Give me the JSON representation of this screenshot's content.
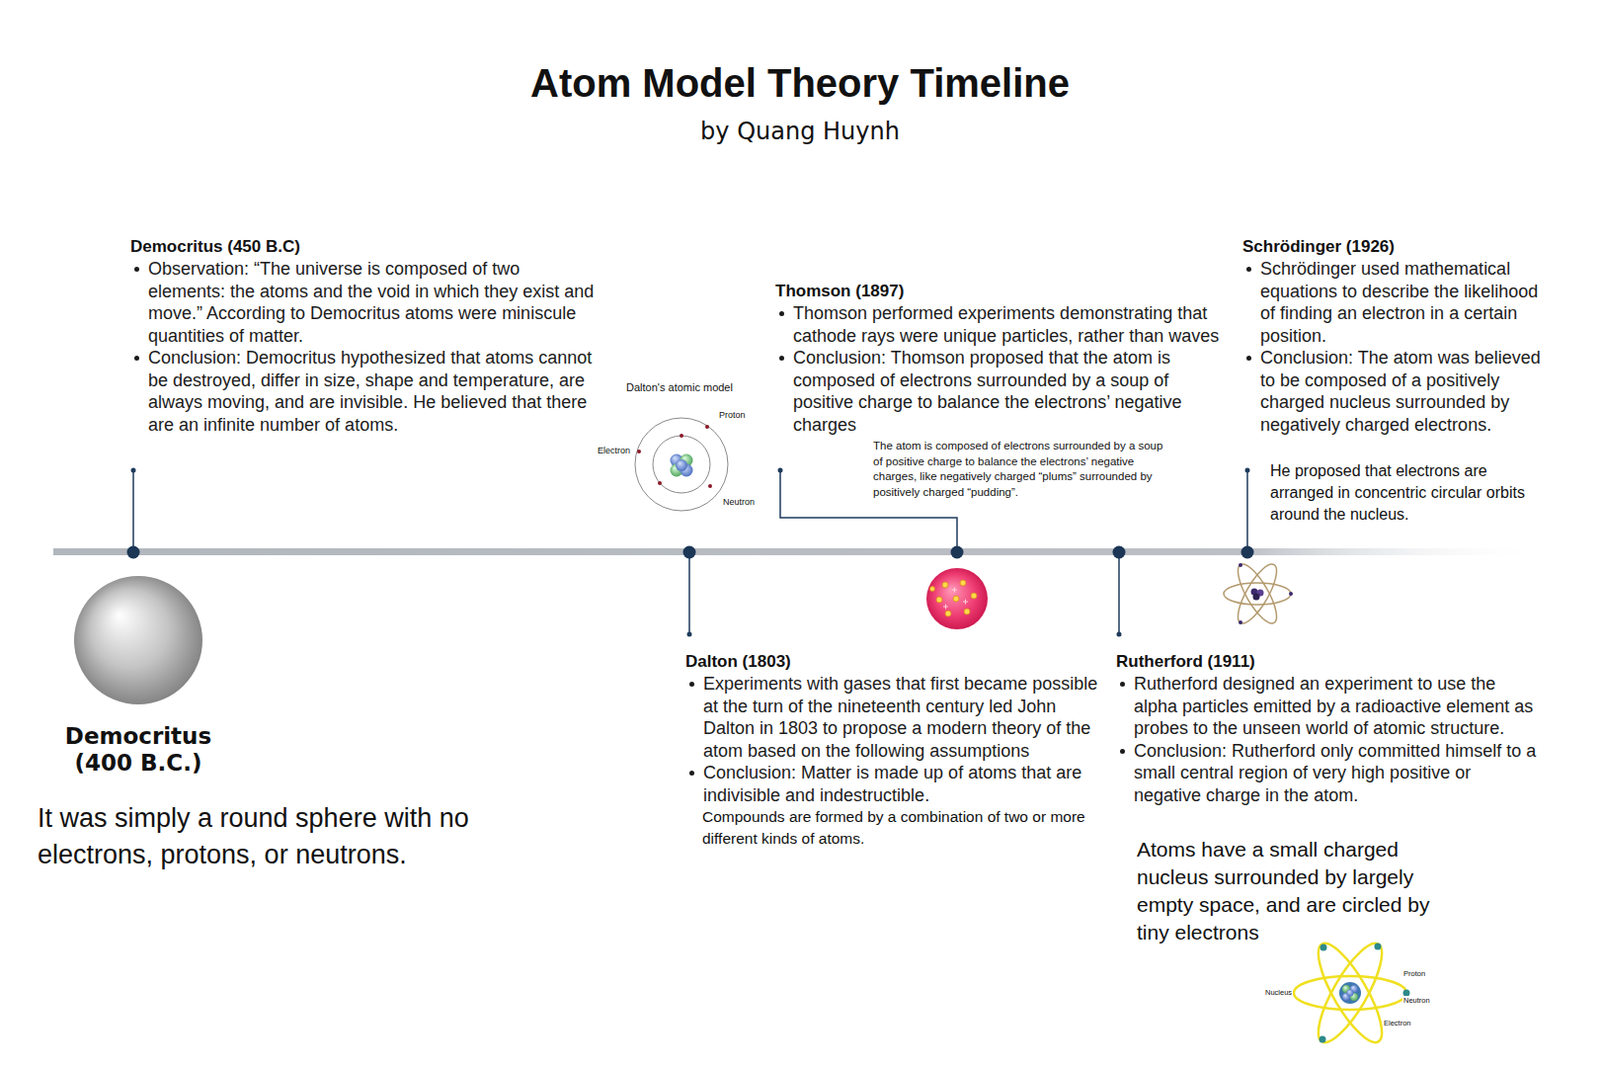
{
  "diagram": {
    "title": "Atom Model Theory Timeline",
    "nodes": [
      {
        "text": [
          "Democritus (450 B.C)",
          "Observation: “The universe is composed of two elements: the atoms and the void in which they exist and move.” According to Democritus atoms were miniscule quantities of matter.",
          "Conclusion: Democritus hypothesized that atoms cannot be destroyed, differ in size, shape and temperature, are always moving, and are invisible. He believed that there are an infinite number of atoms."
        ]
      },
      {
        "text": [
          "Dalton (1803)",
          "Experiments with gases that first became possible at the turn of the nineteenth century led John Dalton in 1803 to propose a modern theory of the atom based on the following assumptions",
          "Conclusion: Matter is made up of atoms that are indivisible and indestructible.",
          "Compounds are formed by a combination of two or more different kinds of atoms."
        ]
      },
      {
        "text": [
          "Thomson (1897)",
          "Thomson performed experiments demonstrating that cathode rays were unique particles, rather than waves",
          "Conclusion: Thomson proposed that the atom is composed of electrons surrounded by a soup of positive charge to balance the electrons’ negative charges"
        ]
      },
      {
        "text": [
          "Rutherford (1911)",
          "Rutherford designed an experiment to use the alpha particles emitted by a radioactive element as probes to the unseen world of atomic structure.",
          "Conclusion: Rutherford only committed himself to a small central region of very high positive or negative charge in the atom."
        ]
      },
      {
        "text": [
          "Schrödinger (1926)",
          "Schrödinger used mathematical equations to describe the likelihood of finding an electron in a certain position.",
          "Conclusion: The atom was believed to be composed of a positively charged nucleus surrounded by negatively charged electrons."
        ]
      }
    ],
    "labels": [
      "by Quang Huynh",
      "Dalton's atomic model",
      "Proton",
      "Electron",
      "Neutron",
      "The atom is composed of electrons surrounded by a soup of positive charge to balance the electrons’ negative charges, like negatively charged “plums” surrounded by positively charged “pudding”.",
      "He proposed that electrons are arranged in concentric circular orbits around the nucleus.",
      "Democritus (400 B.C.)",
      "It was simply a round sphere with no electrons, protons, or neutrons.",
      "Atoms have a small charged nucleus surrounded by largely empty space, and are circled by tiny electrons",
      "Nucleus",
      "Proton",
      "Neutron",
      "Electron"
    ]
  }
}
